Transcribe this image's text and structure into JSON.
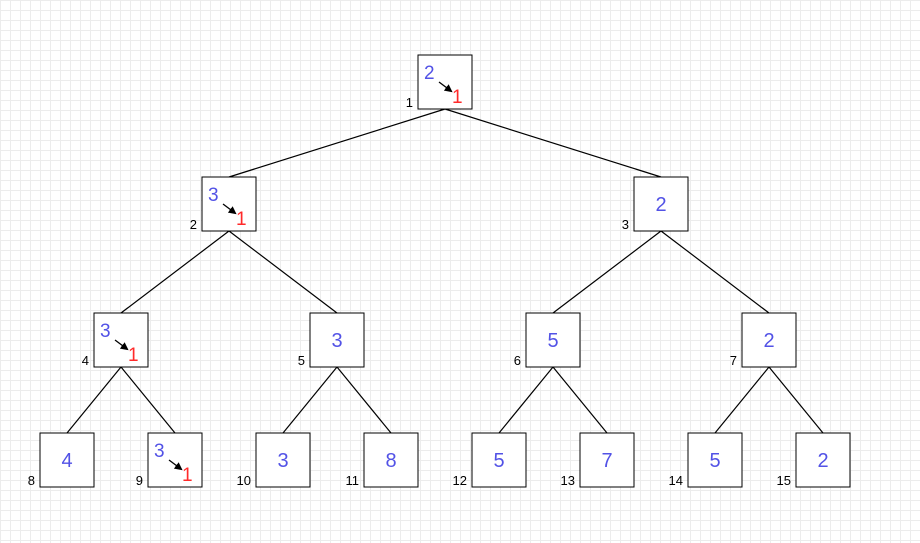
{
  "tree": {
    "nodes": [
      {
        "index": "1",
        "value": "2",
        "updated": "1"
      },
      {
        "index": "2",
        "value": "3",
        "updated": "1"
      },
      {
        "index": "3",
        "value": "2"
      },
      {
        "index": "4",
        "value": "3",
        "updated": "1"
      },
      {
        "index": "5",
        "value": "3"
      },
      {
        "index": "6",
        "value": "5"
      },
      {
        "index": "7",
        "value": "2"
      },
      {
        "index": "8",
        "value": "4"
      },
      {
        "index": "9",
        "value": "3",
        "updated": "1"
      },
      {
        "index": "10",
        "value": "3"
      },
      {
        "index": "11",
        "value": "8"
      },
      {
        "index": "12",
        "value": "5"
      },
      {
        "index": "13",
        "value": "7"
      },
      {
        "index": "14",
        "value": "5"
      },
      {
        "index": "15",
        "value": "2"
      }
    ]
  },
  "colors": {
    "value": "#5252e6",
    "updated": "#ff2a2a",
    "grid": "#ececec"
  }
}
